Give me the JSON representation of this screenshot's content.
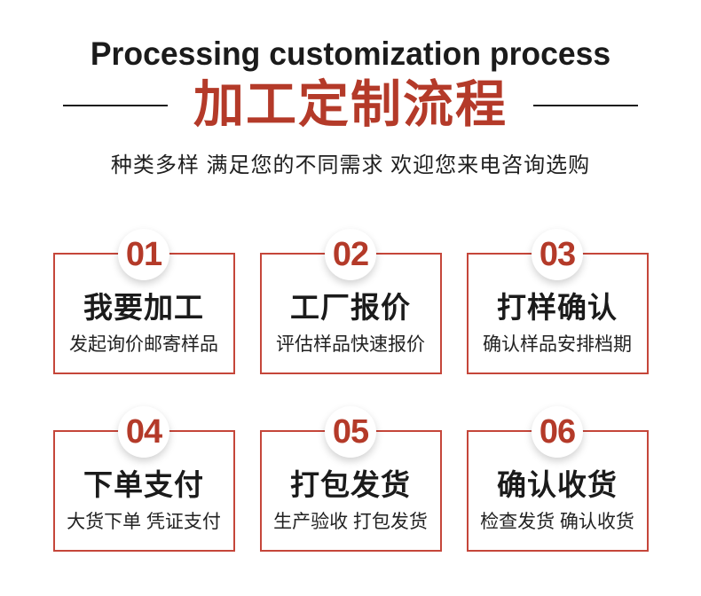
{
  "header": {
    "title_en": "Processing customization process",
    "title_zh": "加工定制流程",
    "subtitle": "种类多样 满足您的不同需求 欢迎您来电咨询选购"
  },
  "colors": {
    "accent_red_text": "#b43a29",
    "box_border_red": "#c5463a",
    "heading_black": "#1b1b1b"
  },
  "steps": [
    {
      "number": "01",
      "title": "我要加工",
      "desc": "发起询价邮寄样品"
    },
    {
      "number": "02",
      "title": "工厂报价",
      "desc": "评估样品快速报价"
    },
    {
      "number": "03",
      "title": "打样确认",
      "desc": "确认样品安排档期"
    },
    {
      "number": "04",
      "title": "下单支付",
      "desc": "大货下单 凭证支付"
    },
    {
      "number": "05",
      "title": "打包发货",
      "desc": "生产验收 打包发货"
    },
    {
      "number": "06",
      "title": "确认收货",
      "desc": "检查发货 确认收货"
    }
  ]
}
